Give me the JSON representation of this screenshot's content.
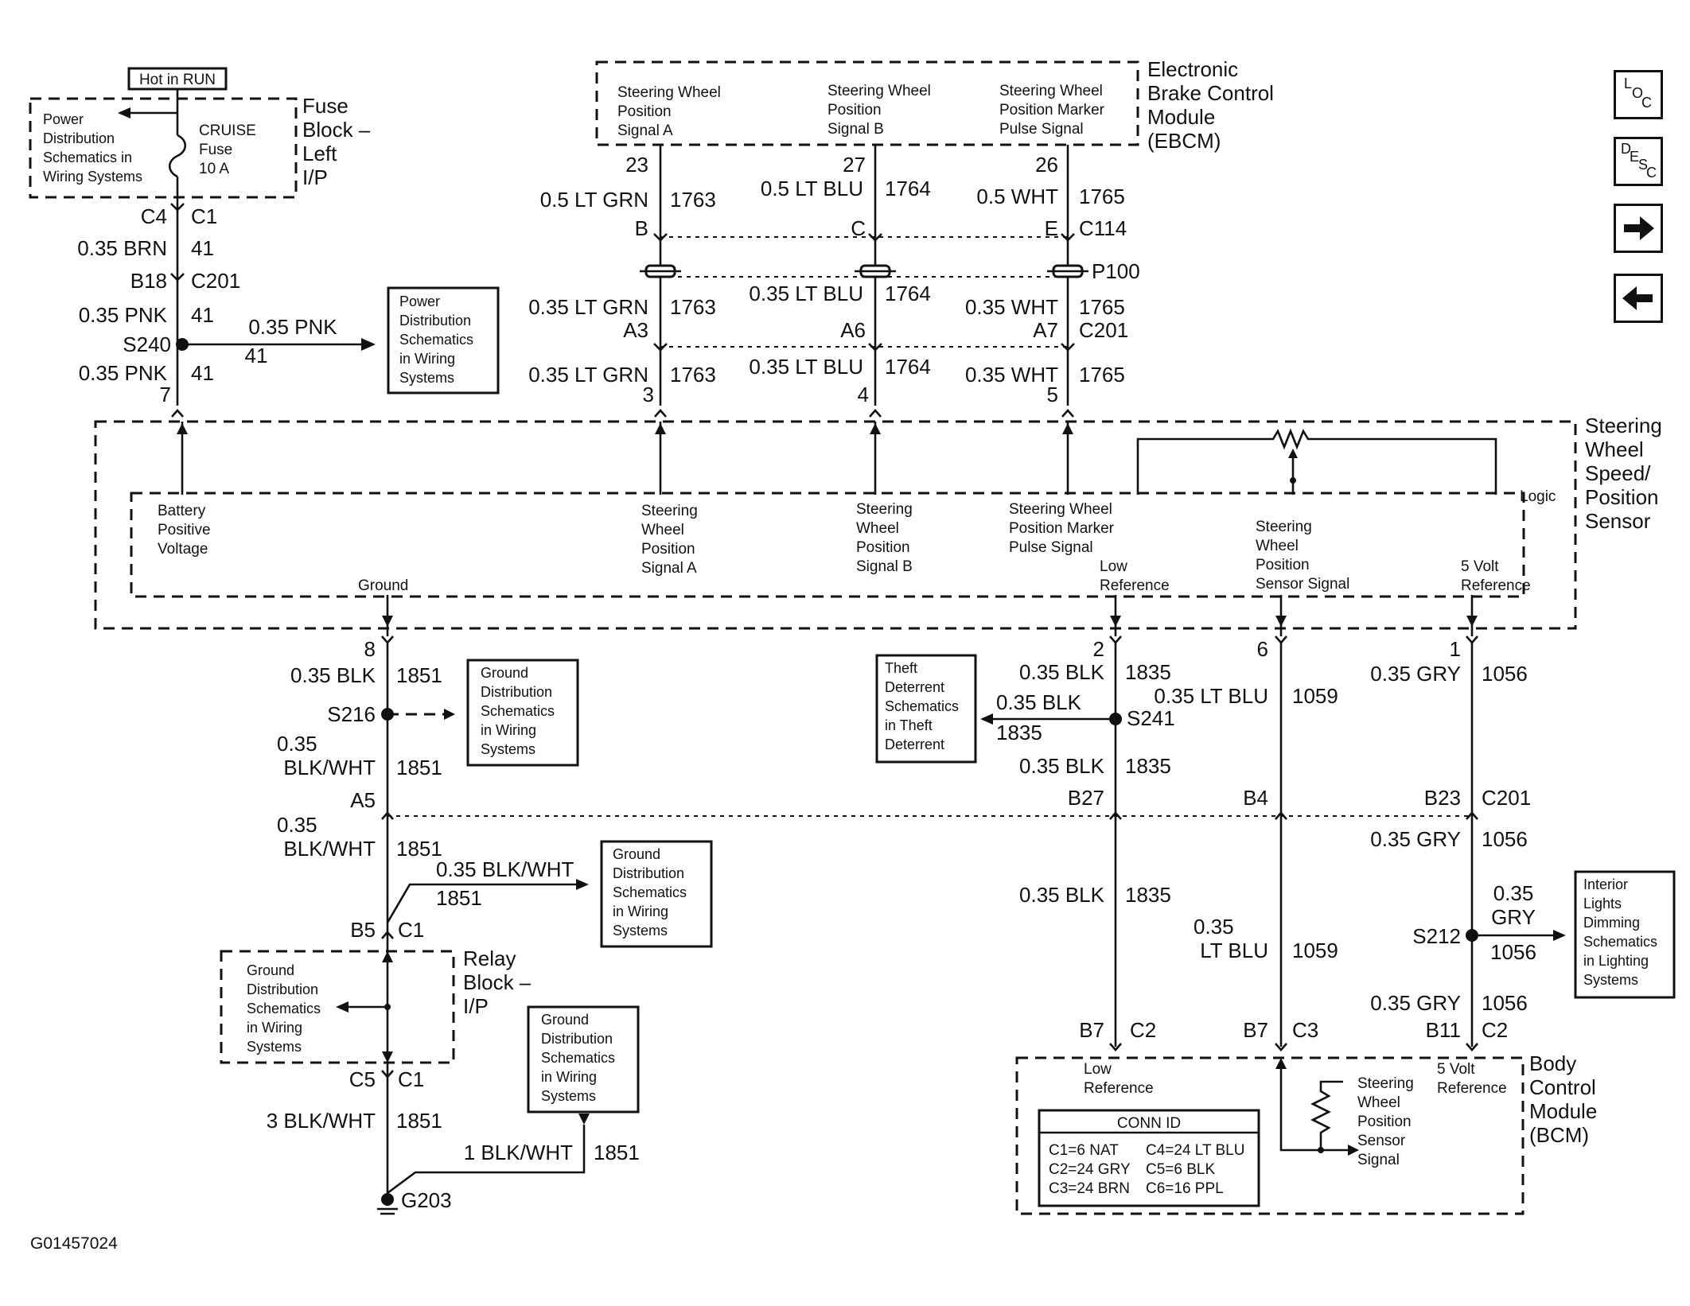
{
  "figure_id": "G01457024",
  "nav": {
    "loc": [
      "L",
      "O",
      "C"
    ],
    "desc": [
      "D",
      "E",
      "S",
      "C"
    ],
    "next_icon": "right-arrow-icon",
    "prev_icon": "left-arrow-icon"
  },
  "fuse_block": {
    "hot_label": "Hot in RUN",
    "ref_lines": [
      "Power",
      "Distribution",
      "Schematics in",
      "Wiring Systems"
    ],
    "fuse_lines": [
      "CRUISE",
      "Fuse",
      "10 A"
    ],
    "name_lines": [
      "Fuse",
      "Block –",
      "Left",
      "I/P"
    ]
  },
  "ebcm": {
    "name_lines": [
      "Electronic",
      "Brake Control",
      "Module",
      "(EBCM)"
    ],
    "signal_a": [
      "Steering Wheel",
      "Position",
      "Signal A"
    ],
    "signal_b": [
      "Steering Wheel",
      "Position",
      "Signal B"
    ],
    "marker": [
      "Steering Wheel",
      "Position Marker",
      "Pulse Signal"
    ]
  },
  "top_left": {
    "c4": "C4",
    "c1": "C1",
    "w1": "0.35 BRN",
    "c1a": "41",
    "b18": "B18",
    "c201": "C201",
    "w2": "0.35 PNK",
    "c2a": "41",
    "s240": "S240",
    "branch_wire": "0.35 PNK",
    "branch_circuit": "41",
    "w3": "0.35 PNK",
    "c3a": "41",
    "pin7": "7",
    "ref_lines": [
      "Power",
      "Distribution",
      "Schematics",
      "in Wiring",
      "Systems"
    ]
  },
  "col_a": {
    "pin_top": "23",
    "w1": "0.5 LT GRN",
    "c1": "1763",
    "conn": "B",
    "w2": "0.35 LT GRN",
    "c2": "1763",
    "a3": "A3",
    "w3": "0.35 LT GRN",
    "c3": "1763",
    "pin": "3"
  },
  "col_b": {
    "pin_top": "27",
    "w1": "0.5 LT BLU",
    "c1": "1764",
    "conn": "C",
    "w2": "0.35 LT BLU",
    "c2": "1764",
    "a6": "A6",
    "w3": "0.35 LT BLU",
    "c3": "1764",
    "pin": "4"
  },
  "col_c": {
    "pin_top": "26",
    "w1": "0.5 WHT",
    "c1": "1765",
    "conn": "E",
    "c114": "C114",
    "p100": "P100",
    "w2": "0.35 WHT",
    "c2": "1765",
    "a7": "A7",
    "c201": "C201",
    "w3": "0.35 WHT",
    "c3": "1765",
    "pin": "5"
  },
  "sensor": {
    "name_lines": [
      "Steering",
      "Wheel",
      "Speed/",
      "Position",
      "Sensor"
    ],
    "logic": "Logic",
    "battery": [
      "Battery",
      "Positive",
      "Voltage"
    ],
    "ground": "Ground",
    "sig_a": [
      "Steering",
      "Wheel",
      "Position",
      "Signal A"
    ],
    "sig_b": [
      "Steering",
      "Wheel",
      "Position",
      "Signal B"
    ],
    "marker": [
      "Steering Wheel",
      "Position Marker",
      "Pulse Signal"
    ],
    "low_ref": [
      "Low",
      "Reference"
    ],
    "pos_sensor": [
      "Steering",
      "Wheel",
      "Position",
      "Sensor Signal"
    ],
    "five_volt": [
      "5 Volt",
      "Reference"
    ]
  },
  "ground_col": {
    "pin8": "8",
    "w1": "0.35 BLK",
    "c1": "1851",
    "s216": "S216",
    "ref1": [
      "Ground",
      "Distribution",
      "Schematics",
      "in Wiring",
      "Systems"
    ],
    "w2a": "0.35",
    "w2b": "BLK/WHT",
    "c2": "1851",
    "a5": "A5",
    "w3a": "0.35",
    "w3b": "BLK/WHT",
    "c3": "1851",
    "branch_wire": "0.35 BLK/WHT",
    "branch_circuit": "1851",
    "ref2": [
      "Ground",
      "Distribution",
      "Schematics",
      "in Wiring",
      "Systems"
    ],
    "b5": "B5",
    "c1b": "C1",
    "relay_ref": [
      "Ground",
      "Distribution",
      "Schematics",
      "in Wiring",
      "Systems"
    ],
    "relay_name": [
      "Relay",
      "Block –",
      "I/P"
    ],
    "c5": "C5",
    "c1c": "C1",
    "w4": "3 BLK/WHT",
    "c4": "1851",
    "ref3": [
      "Ground",
      "Distribution",
      "Schematics",
      "in Wiring",
      "Systems"
    ],
    "w5": "1 BLK/WHT",
    "c5w": "1851",
    "g203": "G203"
  },
  "low_ref_col": {
    "pin2": "2",
    "w1": "0.35 BLK",
    "c1": "1835",
    "theft_ref": [
      "Theft",
      "Deterrent",
      "Schematics",
      "in Theft",
      "Deterrent"
    ],
    "branch_wire": "0.35 BLK",
    "branch_circuit": "1835",
    "s241": "S241",
    "w2": "0.35 BLK",
    "c2": "1835",
    "b27": "B27",
    "w3": "0.35 BLK",
    "c3": "1835",
    "b7": "B7",
    "c2c": "C2"
  },
  "sig_col": {
    "pin6": "6",
    "w1": "0.35 LT BLU",
    "c1": "1059",
    "b4": "B4",
    "w2a": "0.35",
    "w2b": "LT BLU",
    "c2": "1059",
    "b7": "B7",
    "c3": "C3"
  },
  "five_v_col": {
    "pin1": "1",
    "w1": "0.35 GRY",
    "c1": "1056",
    "b23": "B23",
    "c201": "C201",
    "w2": "0.35 GRY",
    "c2": "1056",
    "s212": "S212",
    "branch_a": "0.35",
    "branch_b": "GRY",
    "branch_circuit": "1056",
    "ref": [
      "Interior",
      "Lights",
      "Dimming",
      "Schematics",
      "in Lighting",
      "Systems"
    ],
    "w3": "0.35 GRY",
    "c3": "1056",
    "b11": "B11",
    "c2c": "C2"
  },
  "bcm": {
    "name_lines": [
      "Body",
      "Control",
      "Module",
      "(BCM)"
    ],
    "low_ref": [
      "Low",
      "Reference"
    ],
    "five_volt": [
      "5 Volt",
      "Reference"
    ],
    "signal": [
      "Steering",
      "Wheel",
      "Position",
      "Sensor",
      "Signal"
    ],
    "conn_title": "CONN ID",
    "conn_left": [
      "C1=6 NAT",
      "C2=24 GRY",
      "C3=24 BRN"
    ],
    "conn_right": [
      "C4=24 LT BLU",
      "C5=6 BLK",
      "C6=16 PPL"
    ]
  }
}
